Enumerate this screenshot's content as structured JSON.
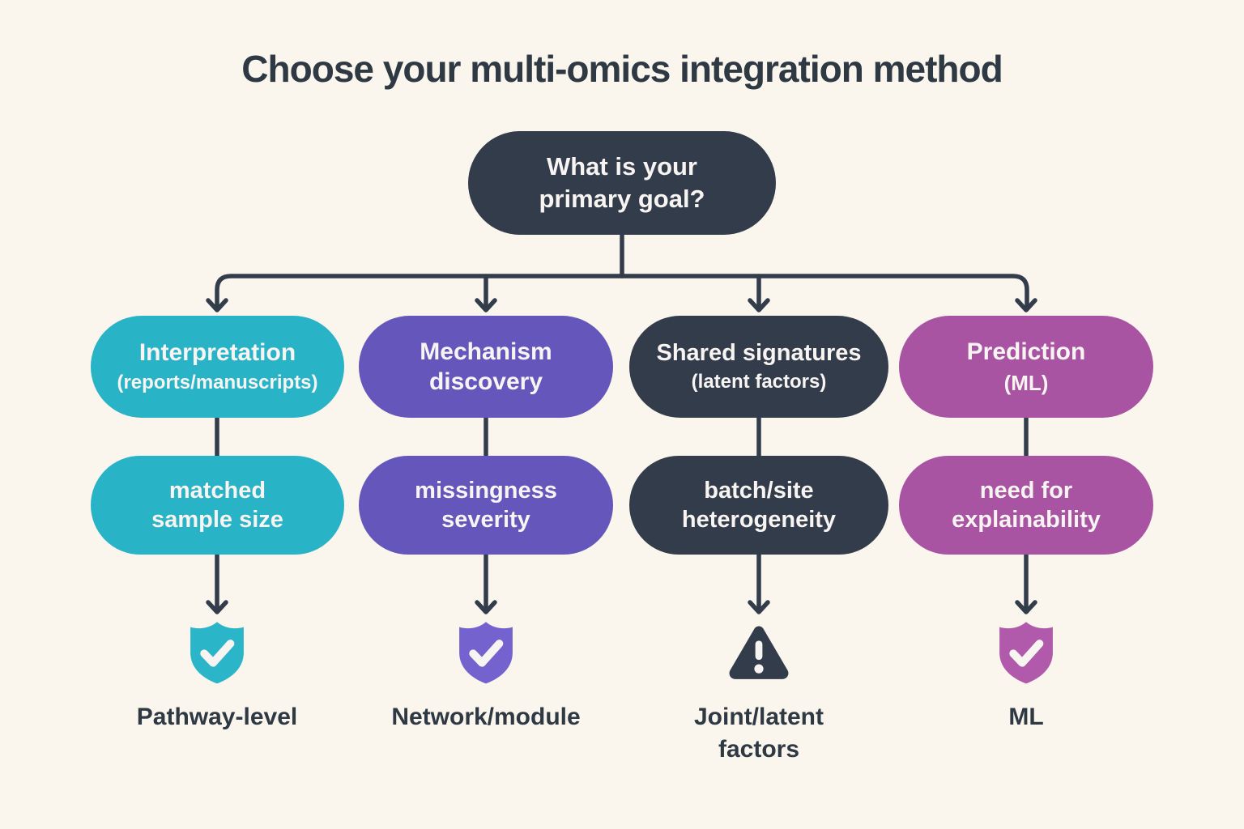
{
  "title": "Choose your multi-omics integration method",
  "colors": {
    "background": "#faf6ee",
    "ink": "#2e3944",
    "connector": "#323c4b",
    "teal": "#29b3c7",
    "purple": "#6456bb",
    "purple_icon": "#7463cf",
    "dark": "#323c4b",
    "magenta": "#a953a3",
    "magenta_icon": "#b159ab",
    "node_text": "#f7f4f2"
  },
  "root": {
    "question_lines": [
      "What is your",
      "primary goal?"
    ]
  },
  "columns": [
    {
      "goal_title_lines": [
        "Interpretation"
      ],
      "goal_subtitle": "(reports/manuscripts)",
      "consideration_lines": [
        "matched",
        "sample size"
      ],
      "icon": "shield-check-icon",
      "result_lines": [
        "Pathway-level"
      ]
    },
    {
      "goal_title_lines": [
        "Mechanism",
        "discovery"
      ],
      "goal_subtitle": "",
      "consideration_lines": [
        "missingness",
        "severity"
      ],
      "icon": "shield-check-icon",
      "result_lines": [
        "Network/module"
      ]
    },
    {
      "goal_title_lines": [
        "Shared signatures"
      ],
      "goal_subtitle": "(latent factors)",
      "consideration_lines": [
        "batch/site",
        "heterogeneity"
      ],
      "icon": "warning-triangle-icon",
      "result_lines": [
        "Joint/latent",
        "factors"
      ]
    },
    {
      "goal_title_lines": [
        "Prediction"
      ],
      "goal_subtitle": "(ML)",
      "consideration_lines": [
        "need for",
        "explainability"
      ],
      "icon": "shield-check-icon",
      "result_lines": [
        "ML"
      ]
    }
  ]
}
